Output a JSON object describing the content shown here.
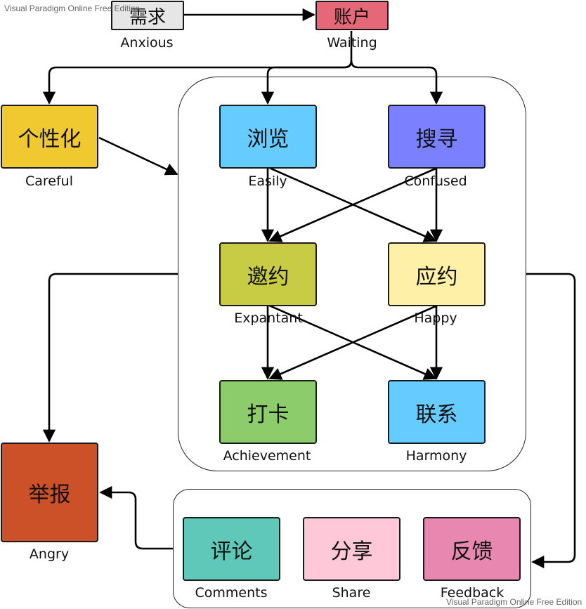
{
  "watermark": "Visual Paradigm Online Free Edition",
  "nodes": {
    "demand": {
      "label": "需求",
      "caption": "Anxious",
      "color": "#e6e6e6"
    },
    "account": {
      "label": "账户",
      "caption": "Waiting",
      "color": "#e56878"
    },
    "personal": {
      "label": "个性化",
      "caption": "Careful",
      "color": "#f0c830"
    },
    "browse": {
      "label": "浏览",
      "caption": "Easily",
      "color": "#66ccff"
    },
    "search": {
      "label": "搜寻",
      "caption": "Confused",
      "color": "#7a80ff"
    },
    "invite": {
      "label": "邀约",
      "caption": "Expantant",
      "color": "#c8cc44"
    },
    "accept": {
      "label": "应约",
      "caption": "Happy",
      "color": "#fff0a8"
    },
    "checkin": {
      "label": "打卡",
      "caption": "Achievement",
      "color": "#8ccc6a"
    },
    "contact": {
      "label": "联系",
      "caption": "Harmony",
      "color": "#66ccff"
    },
    "report": {
      "label": "举报",
      "caption": "Angry",
      "color": "#cc5028"
    },
    "comment": {
      "label": "评论",
      "caption": "Comments",
      "color": "#60c8b8"
    },
    "share": {
      "label": "分享",
      "caption": "Share",
      "color": "#ffc8d8"
    },
    "feedback": {
      "label": "反馈",
      "caption": "Feedback",
      "color": "#e888b0"
    }
  }
}
